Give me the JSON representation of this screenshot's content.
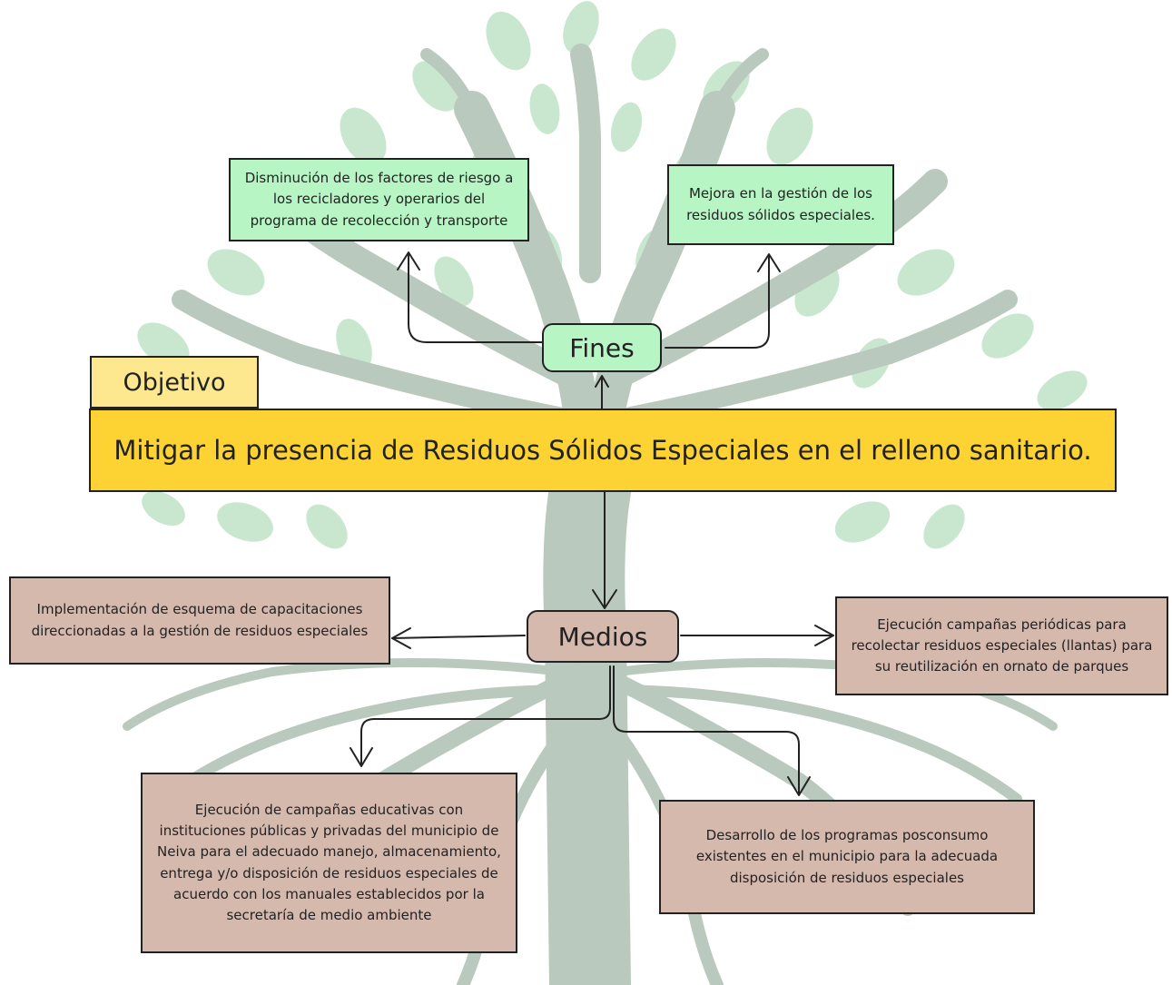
{
  "objetivo_label": "Objetivo",
  "objective": "Mitigar la presencia de Residuos Sólidos Especiales en el relleno sanitario.",
  "fines": {
    "label": "Fines",
    "items": [
      "Disminución de los factores de riesgo a los recicladores y operarios del programa de recolección y transporte",
      "Mejora en la gestión de los residuos sólidos especiales."
    ]
  },
  "medios": {
    "label": "Medios",
    "items": [
      "Implementación de esquema de capacitaciones direccionadas a la gestión de residuos especiales",
      "Ejecución campañas periódicas para recolectar residuos especiales (llantas) para su reutilización en ornato de parques",
      "Ejecución de campañas educativas con instituciones públicas y privadas del municipio de Neiva para el adecuado manejo, almacenamiento, entrega y/o disposición de residuos especiales de acuerdo con los manuales establecidos por la secretaría de medio ambiente",
      "Desarrollo de los programas posconsumo existentes en el municipio para la adecuada disposición de residuos especiales"
    ]
  },
  "colors": {
    "fines": "#b7f5c5",
    "medios": "#d5b9ad",
    "objective": "#fdd233",
    "objetivo_tag": "#fde88f",
    "tree_trunk": "#b9c9bd",
    "tree_leaves": "#c9e7cf"
  }
}
